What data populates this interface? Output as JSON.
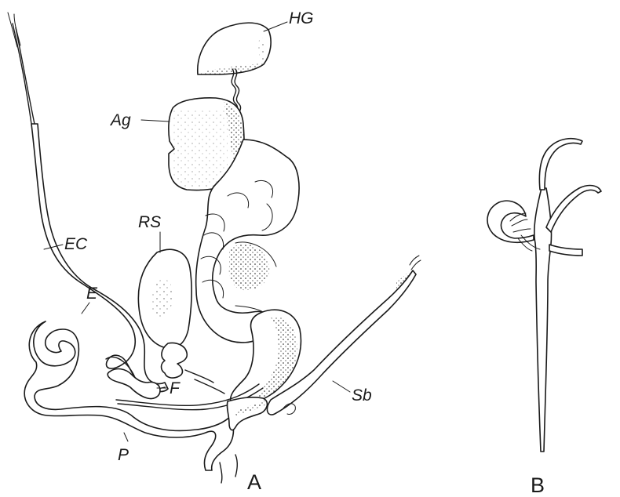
{
  "figure": {
    "panels": {
      "a": "A",
      "b": "B"
    },
    "labels": {
      "hg": "HG",
      "ag": "Ag",
      "rs": "RS",
      "ec": "EC",
      "e": "E",
      "f": "F",
      "p": "P",
      "sb": "Sb"
    },
    "colors": {
      "ink": "#1a1a1a",
      "background": "#ffffff"
    }
  }
}
